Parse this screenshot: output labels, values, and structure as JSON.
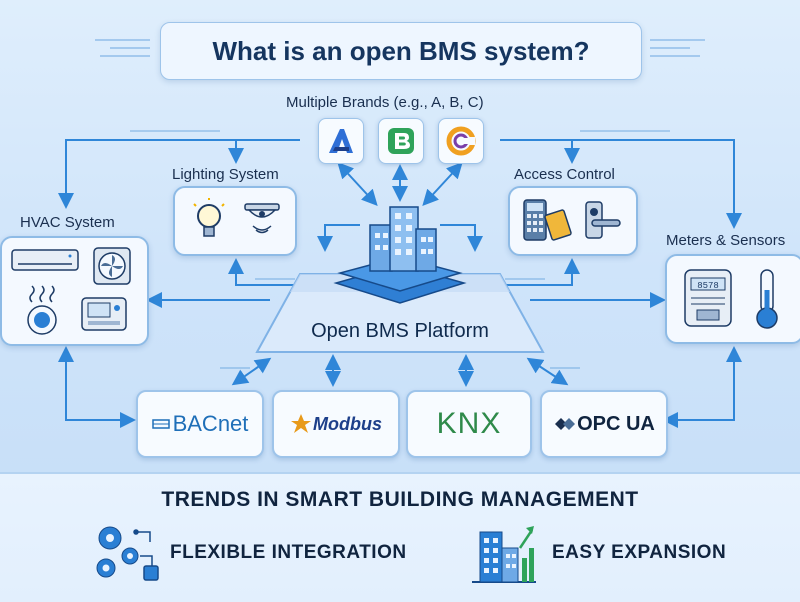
{
  "title": "What is an open BMS system?",
  "brands": {
    "label": "Multiple Brands (e.g., A, B, C)",
    "items": [
      {
        "letter": "A",
        "color": "#2f6fd6"
      },
      {
        "letter": "B",
        "color": "#2fa35a"
      },
      {
        "letter": "C",
        "color": "#f0a020"
      }
    ]
  },
  "systems": {
    "lighting": "Lighting System",
    "access": "Access Control",
    "hvac": "HVAC System",
    "meters": "Meters & Sensors"
  },
  "platform": {
    "label": "Open BMS Platform"
  },
  "protocols": [
    {
      "name": "BACnet"
    },
    {
      "name": "Modbus"
    },
    {
      "name": "KNX"
    },
    {
      "name": "OPC UA"
    }
  ],
  "meter_display": "8578",
  "trends": {
    "title": "TRENDS IN SMART BUILDING MANAGEMENT",
    "items": [
      {
        "label": "FLEXIBLE INTEGRATION",
        "icon": "gears-network-icon"
      },
      {
        "label": "EASY EXPANSION",
        "icon": "building-growth-icon"
      }
    ]
  },
  "colors": {
    "accent_blue": "#2a7fd4",
    "arrow_blue": "#2f86d8",
    "text_dark": "#15355f"
  }
}
